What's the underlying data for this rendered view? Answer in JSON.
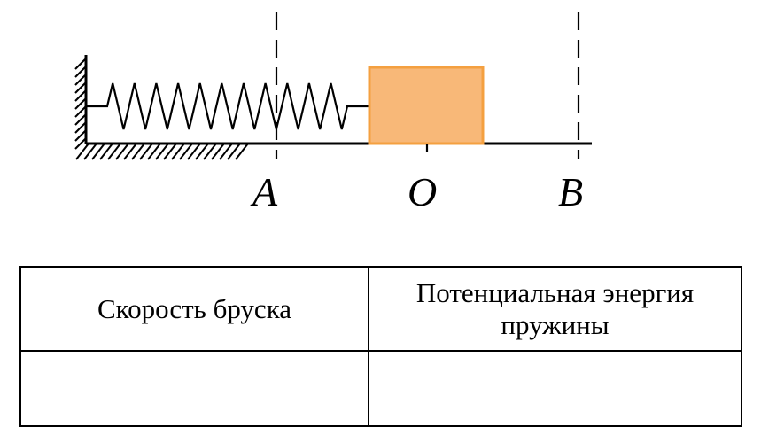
{
  "diagram": {
    "labels": {
      "a": "A",
      "o": "O",
      "b": "B"
    },
    "colors": {
      "block_fill": "#F8B878",
      "block_stroke": "#F4A040",
      "line": "#000000"
    }
  },
  "table": {
    "headers": [
      "Скорость бруска",
      "Потенциальная энергия пружины"
    ],
    "answers": [
      "",
      ""
    ]
  }
}
